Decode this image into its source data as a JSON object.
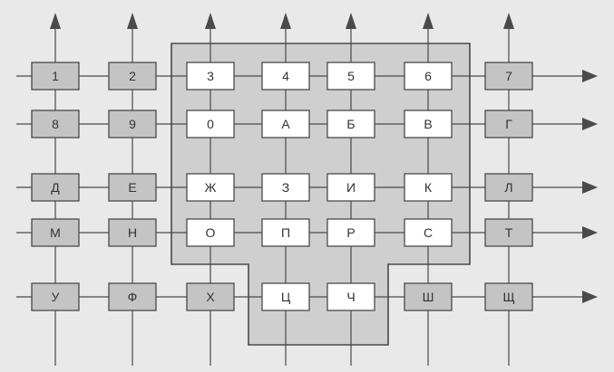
{
  "diagram": {
    "colors": {
      "background": "#e9e9e9",
      "line": "#4a4a4a",
      "region_fill": "#cfcfcf",
      "key_inside": "#ffffff",
      "key_outside": "#c4c4c4",
      "text": "#333333"
    },
    "arrow_icon": "triangle-arrow-icon",
    "rows": [
      [
        "1",
        "2",
        "3",
        "4",
        "5",
        "6",
        "7"
      ],
      [
        "8",
        "9",
        "0",
        "А",
        "Б",
        "В",
        "Г"
      ],
      [
        "Д",
        "Е",
        "Ж",
        "З",
        "И",
        "К",
        "Л"
      ],
      [
        "М",
        "Н",
        "О",
        "П",
        "Р",
        "С",
        "Т"
      ],
      [
        "У",
        "Ф",
        "Х",
        "Ц",
        "Ч",
        "Ш",
        "Щ"
      ]
    ],
    "highlighted": [
      [
        false,
        false,
        true,
        true,
        true,
        true,
        false
      ],
      [
        false,
        false,
        true,
        true,
        true,
        true,
        false
      ],
      [
        false,
        false,
        true,
        true,
        true,
        true,
        false
      ],
      [
        false,
        false,
        true,
        true,
        true,
        true,
        false
      ],
      [
        false,
        false,
        false,
        true,
        true,
        false,
        false
      ]
    ]
  }
}
